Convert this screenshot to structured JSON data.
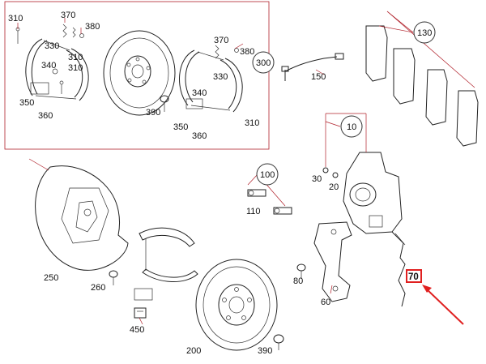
{
  "diagram": {
    "labels": {
      "p310a": "310",
      "p370a": "370",
      "p380a": "380",
      "p330a": "330",
      "p340a": "340",
      "p350a": "350",
      "p360a": "360",
      "p390a": "390",
      "p370b": "370",
      "p380b": "380",
      "p330b": "330",
      "p340b": "340",
      "p350b": "350",
      "p360b": "360",
      "p310b": "310",
      "p310c": "310",
      "p310d": "310",
      "p300": "300",
      "p150": "150",
      "p130": "130",
      "p10": "10",
      "p30": "30",
      "p20": "20",
      "p100": "100",
      "p110": "110",
      "p250": "250",
      "p260": "260",
      "p450": "450",
      "p80": "80",
      "p60": "60",
      "p70": "70",
      "p200": "200",
      "p390b": "390"
    },
    "highlighted_part": "70",
    "colors": {
      "leader": "#b0202a",
      "highlight": "#e02020",
      "ink": "#222222"
    }
  }
}
